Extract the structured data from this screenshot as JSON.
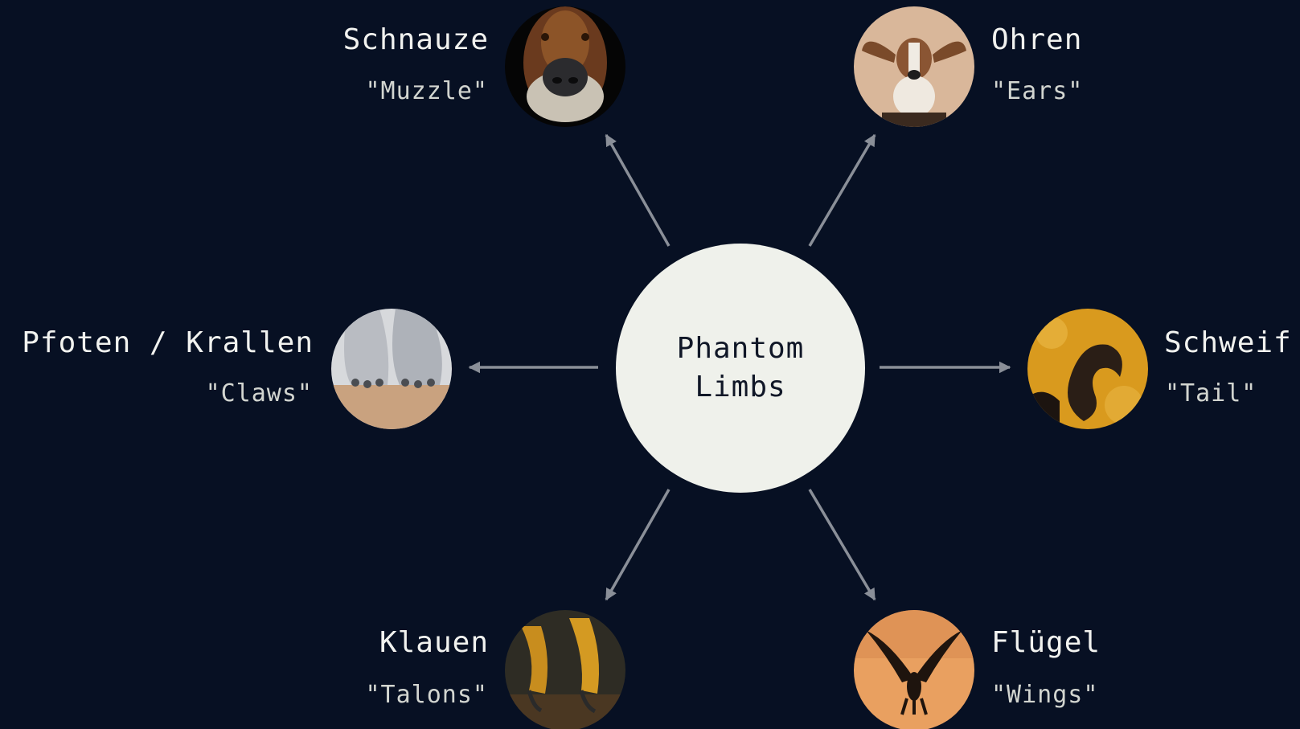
{
  "center": {
    "label": "Phantom\nLimbs"
  },
  "nodes": {
    "muzzle": {
      "title": "Schnauze",
      "subtitle": "\"Muzzle\"",
      "icon": "dog-muzzle-photo"
    },
    "ears": {
      "title": "Ohren",
      "subtitle": "\"Ears\"",
      "icon": "dog-ears-photo"
    },
    "claws": {
      "title": "Pfoten / Krallen",
      "subtitle": "\"Claws\"",
      "icon": "dog-paws-photo"
    },
    "tail": {
      "title": "Schweif",
      "subtitle": "\"Tail\"",
      "icon": "squirrel-tail-photo"
    },
    "talons": {
      "title": "Klauen",
      "subtitle": "\"Talons\"",
      "icon": "bird-talons-photo"
    },
    "wings": {
      "title": "Flügel",
      "subtitle": "\"Wings\"",
      "icon": "bird-wings-photo"
    }
  },
  "colors": {
    "background": "#071023",
    "center_fill": "#eff1eb",
    "arrow": "#8a8f98",
    "title_text": "#f1f2ef",
    "subtitle_text": "#d2d5d0"
  }
}
